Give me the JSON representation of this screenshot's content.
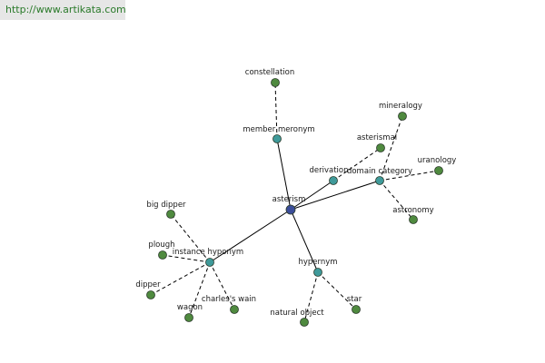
{
  "header": {
    "url": "http://www.artikata.com"
  },
  "colors": {
    "center_node": "#3b4d9a",
    "relation_node": "#3f9a9a",
    "leaf_node": "#4f8a3f",
    "edge": "#000000",
    "url_bar_bg": "#e6e6e6",
    "url_text": "#2a7a2a"
  },
  "graph": {
    "center": {
      "id": "asterism",
      "label": "asterism"
    },
    "relations": [
      {
        "id": "member_meronym",
        "label": "member meronym"
      },
      {
        "id": "derivation",
        "label": "derivation"
      },
      {
        "id": "domain_category",
        "label": "domain category"
      },
      {
        "id": "instance_hyponym",
        "label": "instance hyponym"
      },
      {
        "id": "hypernym",
        "label": "hypernym"
      }
    ],
    "leaves": [
      {
        "id": "constellation",
        "label": "constellation",
        "parent": "member_meronym"
      },
      {
        "id": "asterismal",
        "label": "asterismal",
        "parent": "derivation"
      },
      {
        "id": "mineralogy",
        "label": "mineralogy",
        "parent": "domain_category"
      },
      {
        "id": "uranology",
        "label": "uranology",
        "parent": "domain_category"
      },
      {
        "id": "astronomy",
        "label": "astronomy",
        "parent": "domain_category"
      },
      {
        "id": "big_dipper",
        "label": "big dipper",
        "parent": "instance_hyponym"
      },
      {
        "id": "plough",
        "label": "plough",
        "parent": "instance_hyponym"
      },
      {
        "id": "dipper",
        "label": "dipper",
        "parent": "instance_hyponym"
      },
      {
        "id": "wagon",
        "label": "wagon",
        "parent": "instance_hyponym"
      },
      {
        "id": "charles_wain",
        "label": "charles's wain",
        "parent": "instance_hyponym"
      },
      {
        "id": "natural_object",
        "label": "natural object",
        "parent": "hypernym"
      },
      {
        "id": "star",
        "label": "star",
        "parent": "hypernym"
      }
    ]
  }
}
